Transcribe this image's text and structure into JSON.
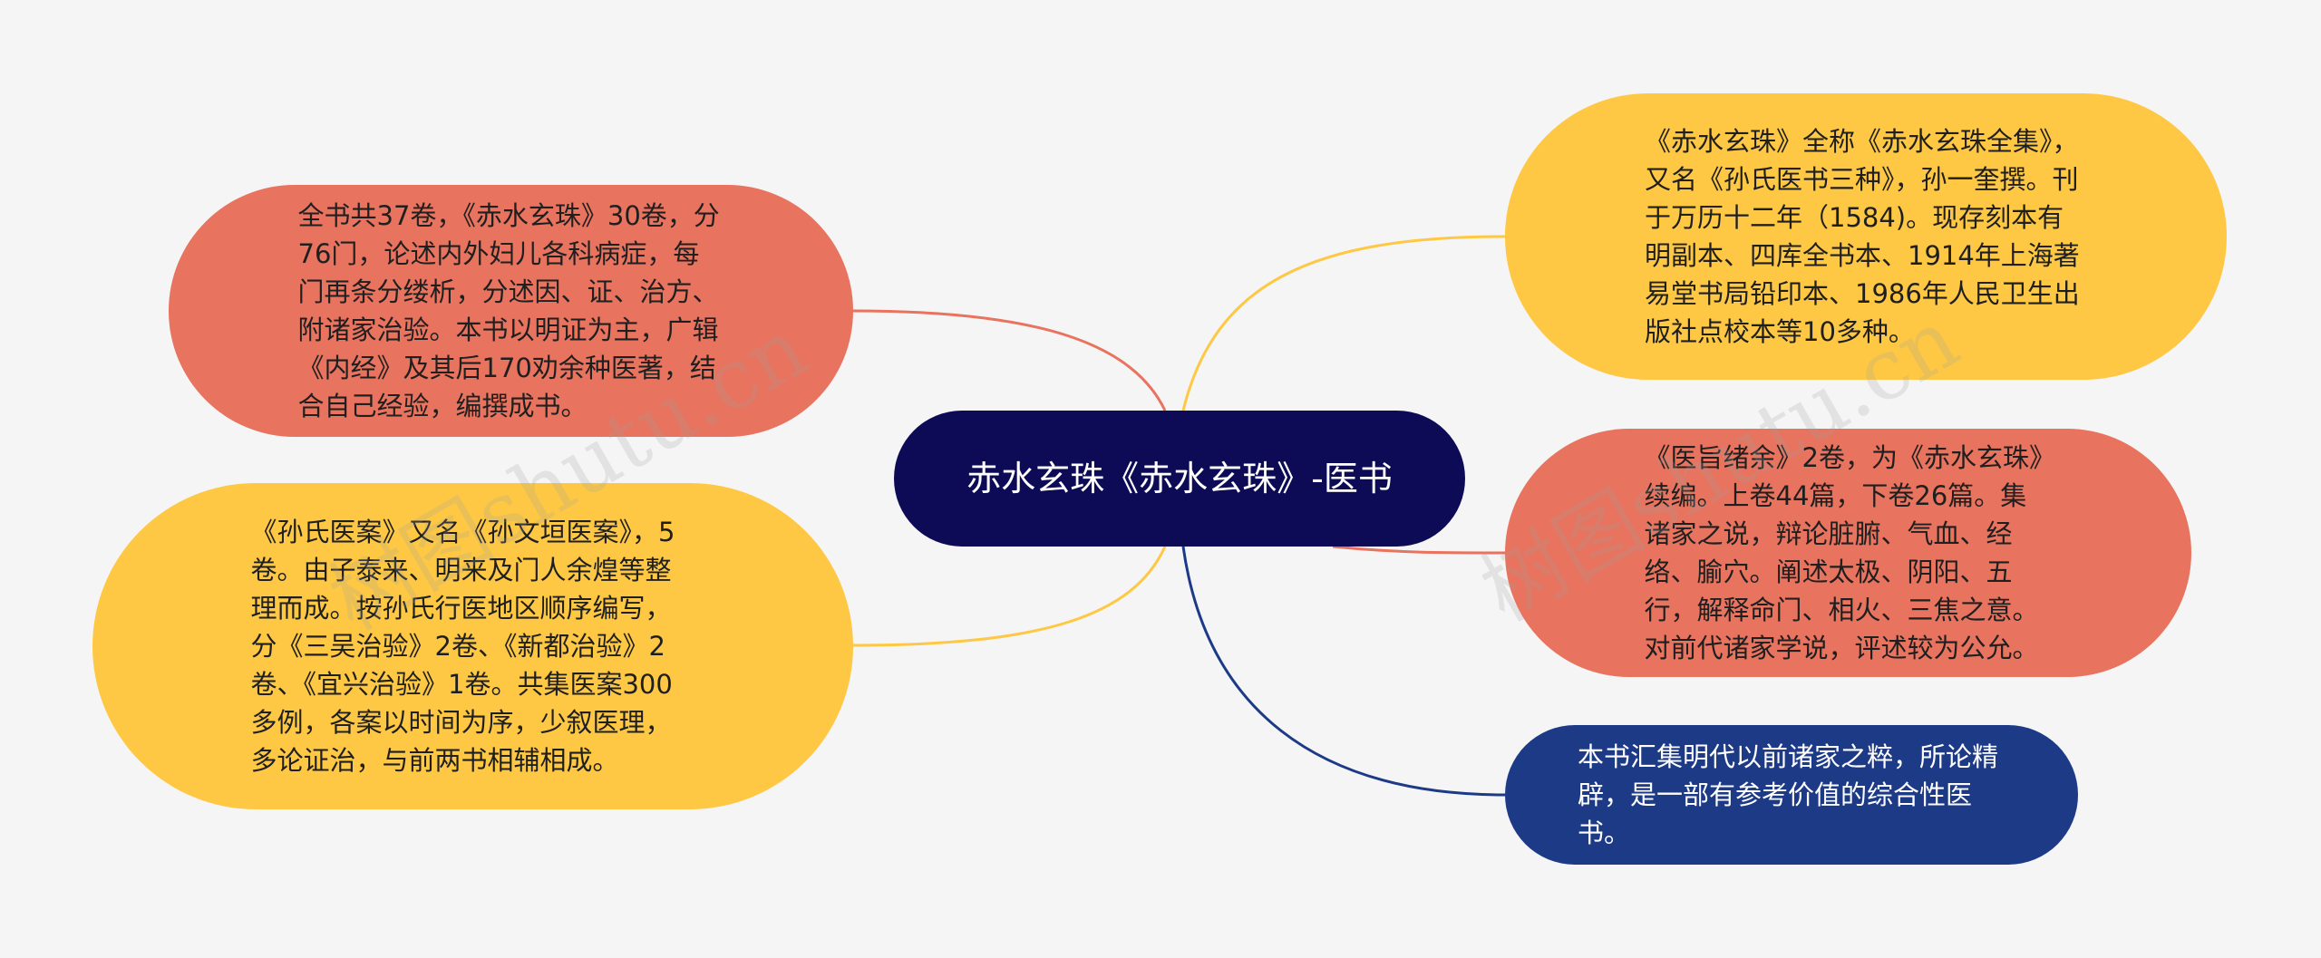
{
  "root": {
    "label": "赤水玄珠《赤水玄珠》-医书"
  },
  "branches": [
    {
      "text": "全书共37卷，《赤水玄珠》30卷，分76门，论述内外妇儿各科病症，每门再条分缕析，分述因、证、治方、附诸家治验。本书以明证为主，广辑《内经》及其后170劝余种医著，结合自己经验，编撰成书。"
    },
    {
      "text": "《孙氏医案》又名《孙文垣医案》，5卷。由子泰来、明来及门人余煌等整理而成。按孙氏行医地区顺序编写，分《三吴治验》2卷、《新都治验》2卷、《宜兴治验》1卷。共集医案300多例，各案以时间为序，少叙医理，多论证治，与前两书相辅相成。"
    },
    {
      "text": "《赤水玄珠》全称《赤水玄珠全集》，又名《孙氏医书三种》，孙一奎撰。刊于万历十二年（1584)。现存刻本有明副本、四库全书本、1914年上海著易堂书局铅印本、1986年人民卫生出版社点校本等10多种。"
    },
    {
      "text": "《医旨绪余》2卷，为《赤水玄珠》续编。上卷44篇，下卷26篇。集诸家之说，辩论脏腑、气血、经络、腧穴。阐述太极、阴阳、五行，解释命门、相火、三焦之意。对前代诸家学说，评述较为公允。"
    },
    {
      "text": "本书汇集明代以前诸家之粹，所论精辟，是一部有参考价值的综合性医书。"
    }
  ],
  "watermark": [
    "树图shutu.cn",
    "树图shutu.cn"
  ],
  "colors": {
    "root": "#0d0b56",
    "red": "#e8735e",
    "yellow": "#fec844",
    "blue": "#1d3a87",
    "background": "#f5f5f6"
  }
}
